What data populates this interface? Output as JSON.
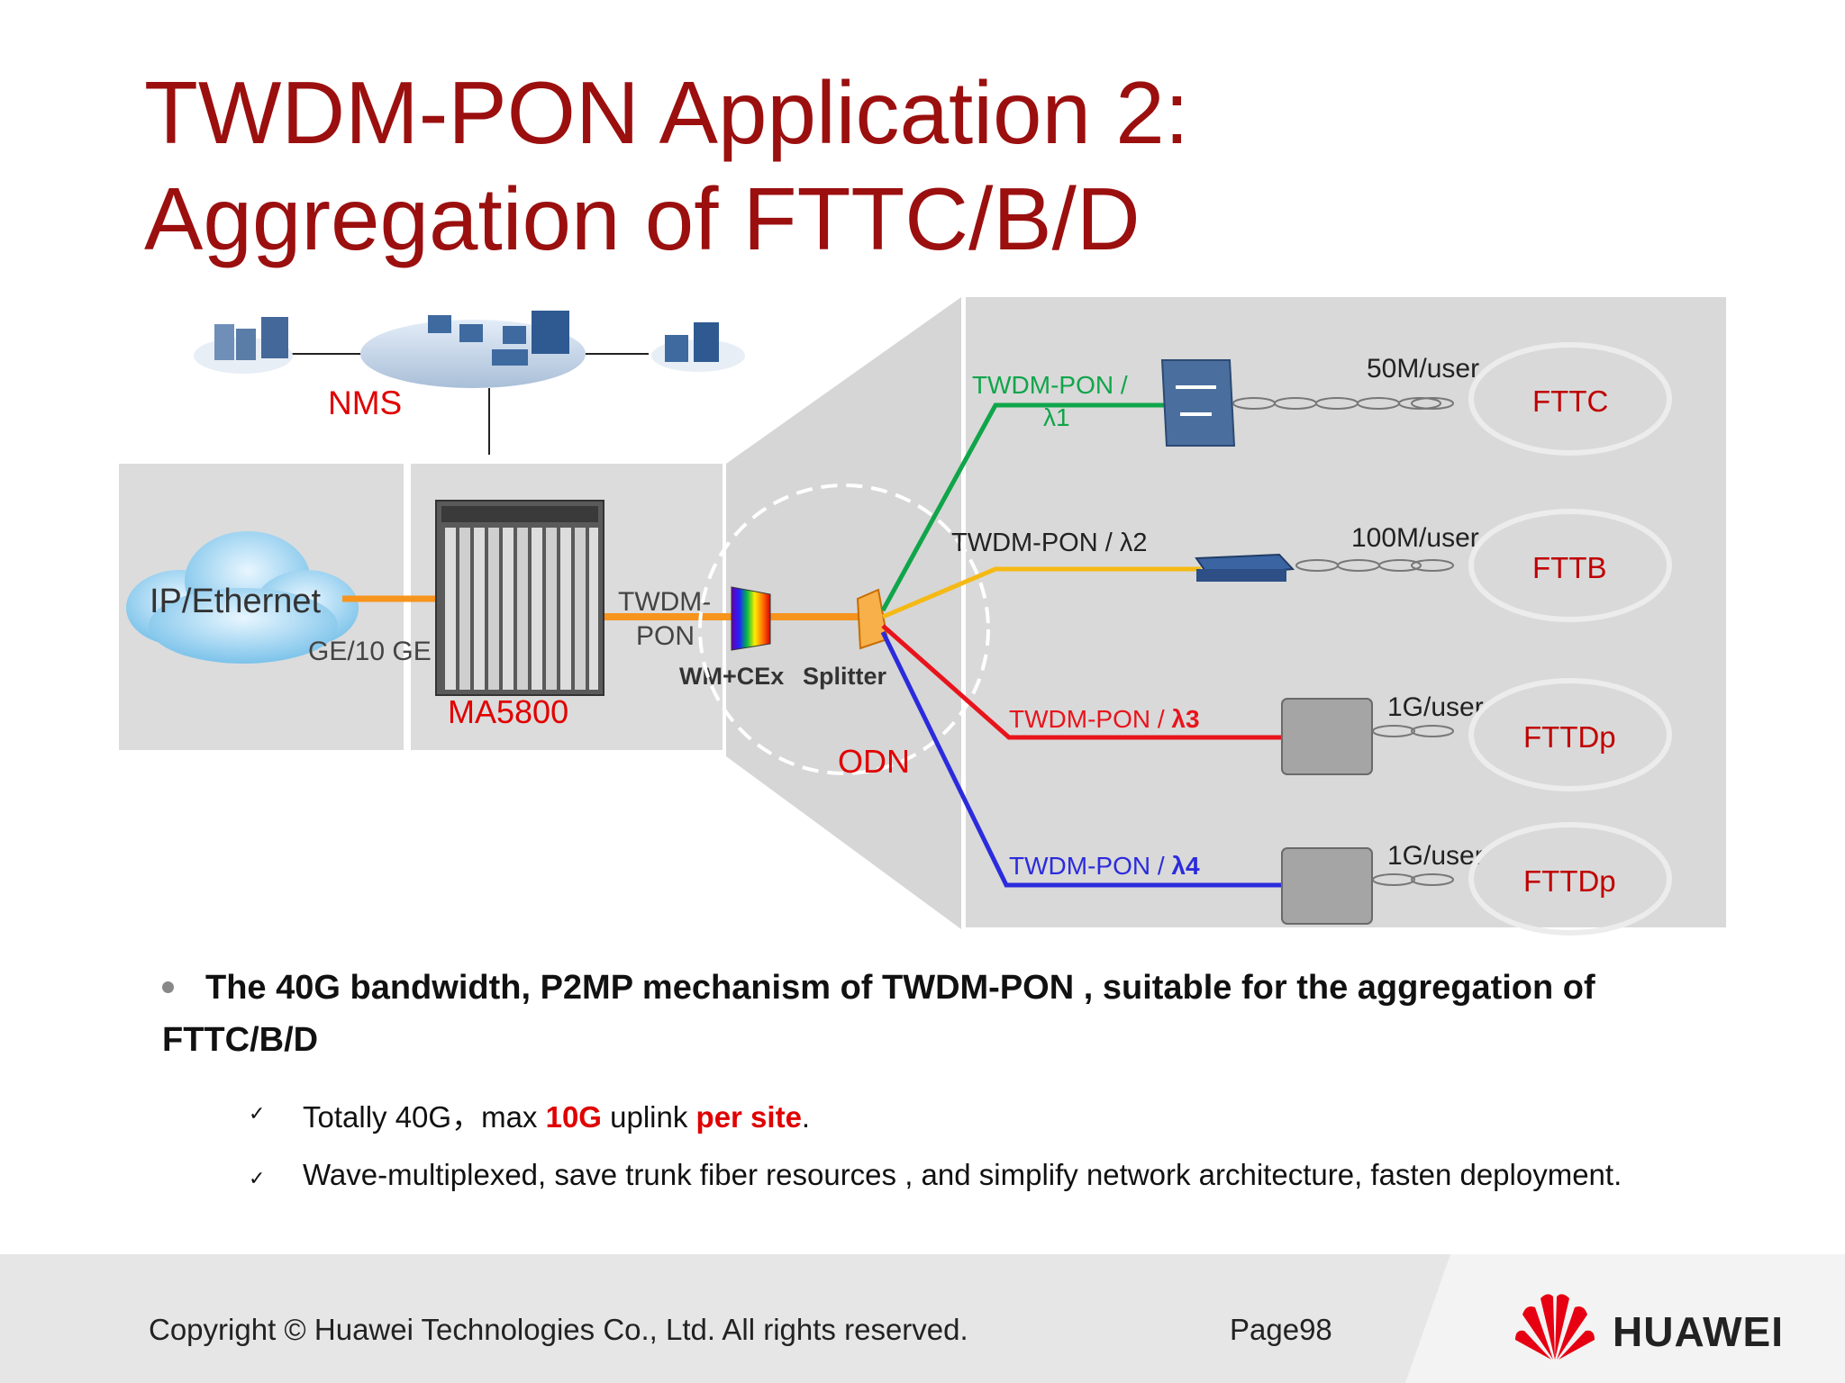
{
  "title": {
    "line1": "TWDM-PON Application 2:",
    "line2": "Aggregation of FTTC/B/D"
  },
  "diagram": {
    "nms_label": "NMS",
    "cloud_label": "IP/Ethernet",
    "uplink_label": "GE/10 GE",
    "olt_label": "MA5800",
    "pon_label_line1": "TWDM-",
    "pon_label_line2": "PON",
    "wm_label": "WM+CEx",
    "splitter_label": "Splitter",
    "odn_label": "ODN",
    "branches": [
      {
        "label": "TWDM-PON /",
        "label2": "λ1",
        "rate": "50M/user",
        "site": "FTTC",
        "color": "#10a54a"
      },
      {
        "label": "TWDM-PON / λ2",
        "label2": "",
        "rate": "100M/user",
        "site": "FTTB",
        "color": "#f5b915"
      },
      {
        "label": "TWDM-PON / ",
        "label2": "λ3",
        "rate": "1G/user",
        "site": "FTTDp",
        "color": "#e8141c"
      },
      {
        "label": "TWDM-PON / ",
        "label2": "λ4",
        "rate": "1G/user",
        "site": "FTTDp",
        "color": "#2b2bdd"
      }
    ],
    "colors": {
      "trunk": "#f7941d",
      "panel": "#dcdcdc",
      "panel_right": "#d9d9d9",
      "title_red": "#9b0f0f",
      "label_red": "#e00000"
    }
  },
  "bullets": {
    "main": "The 40G bandwidth, P2MP mechanism of TWDM-PON , suitable for the aggregation of FTTC/B/D",
    "sub1_a": "Totally 40G，max ",
    "sub1_b": "10G",
    "sub1_c": " uplink ",
    "sub1_d": "per site",
    "sub1_e": ".",
    "sub2": "Wave-multiplexed, save trunk fiber resources , and simplify network architecture, fasten deployment.",
    "check": "✓"
  },
  "footer": {
    "copyright": "Copyright © Huawei Technologies Co., Ltd. All rights reserved.",
    "page": "Page98",
    "brand": "HUAWEI"
  }
}
